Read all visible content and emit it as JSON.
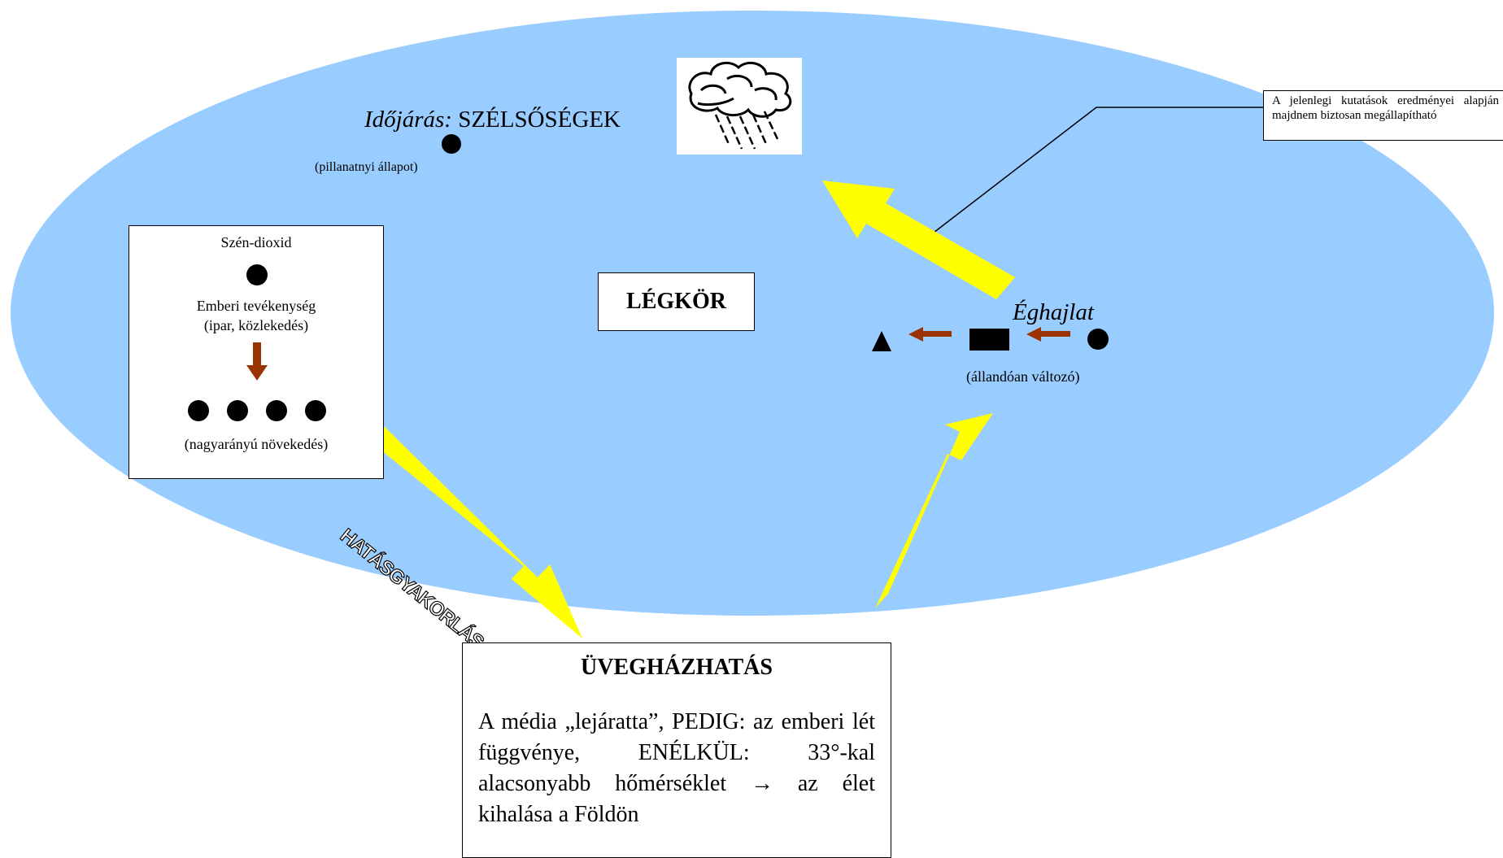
{
  "weather": {
    "label_italic": "Időjárás:",
    "label_caps": "SZÉLSŐSÉGEK",
    "caption": "(pillanatnyi állapot)"
  },
  "co2_box": {
    "title": "Szén-dioxid",
    "line1": "Emberi tevékenység",
    "line2": "(ipar, közlekedés)",
    "caption": "(nagyarányú növekedés)"
  },
  "atmosphere": {
    "label": "LÉGKÖR"
  },
  "climate": {
    "label": "Éghajlat",
    "caption": "(állandóan változó)"
  },
  "callout": {
    "text": "A jelenlegi kutatások eredményei alapján majdnem biztosan megállapítható"
  },
  "arrow_label": "HATÁSGYAKORLÁS",
  "greenhouse": {
    "title": "ÜVEGHÁZHATÁS",
    "body": "A média „lejáratta”, PEDIG: az emberi lét függvénye, ENÉLKÜL: 33°-kal alacsonyabb hőmérséklet → az élet kihalása a Földön"
  },
  "colors": {
    "atmosphere_fill": "#99ccff",
    "arrow_yellow": "#ffff00",
    "arrow_brown": "#993300"
  }
}
